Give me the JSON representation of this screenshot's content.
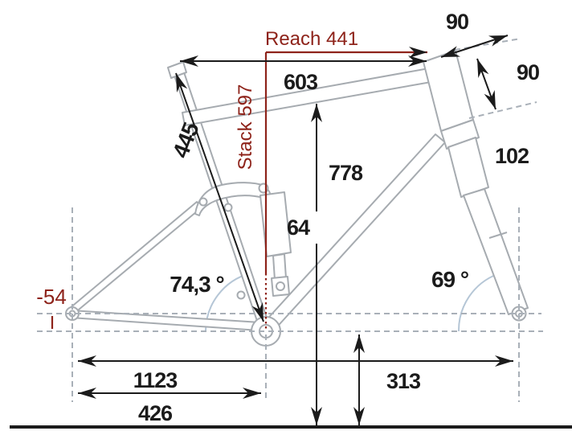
{
  "diagram": {
    "title": "bike-frame-geometry",
    "colors": {
      "dimension_black": "#1b1b1b",
      "accent_red": "#8e231a",
      "frame_gray": "#a6abb0",
      "dashed_gray": "#a9b0b8",
      "angle_arc_blue": "#b5c6d6",
      "background": "#ffffff"
    },
    "labels": {
      "reach": "Reach 441",
      "stack": "Stack 597",
      "top_tube": "603",
      "seat_tube": "445",
      "standover": "778",
      "shock": "64",
      "seat_angle": "74,3 °",
      "head_angle": "69 °",
      "bb_drop": "-54",
      "wheelbase": "1123",
      "chainstay": "426",
      "bb_height": "313",
      "head_tube": "102",
      "dim_90_top": "90",
      "dim_90_right": "90"
    }
  }
}
